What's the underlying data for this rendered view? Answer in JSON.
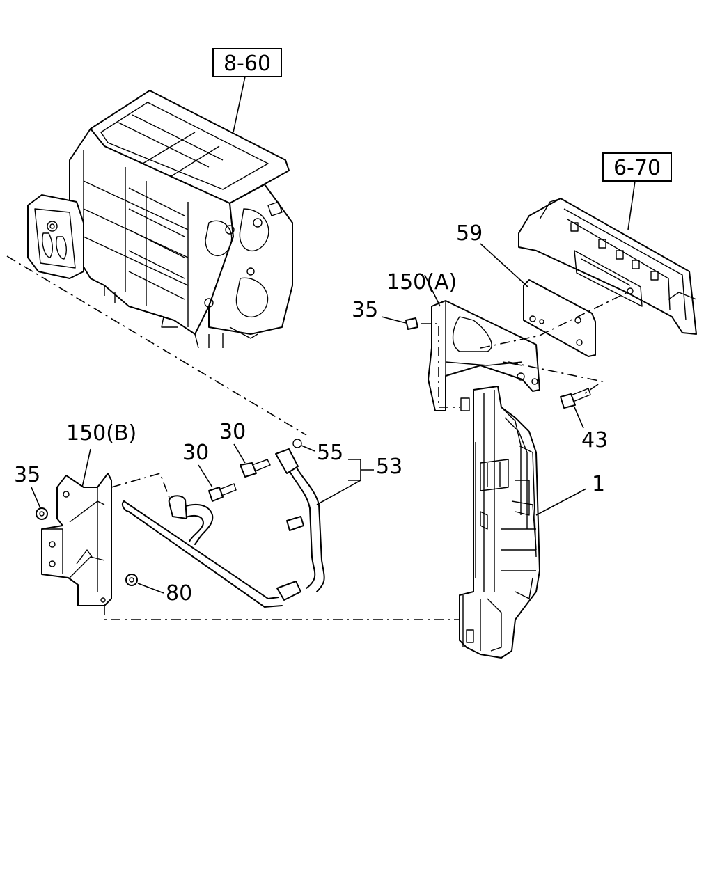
{
  "ref_boxes": {
    "ref_8_60": "8-60",
    "ref_6_70": "6-70"
  },
  "callouts": {
    "c_59": "59",
    "c_150a": "150(A)",
    "c_35_top": "35",
    "c_43": "43",
    "c_150b": "150(B)",
    "c_35_left": "35",
    "c_30_upper": "30",
    "c_30_lower": "30",
    "c_55": "55",
    "c_53": "53",
    "c_1": "1",
    "c_80": "80"
  },
  "colors": {
    "line": "#000000",
    "background": "#ffffff"
  }
}
